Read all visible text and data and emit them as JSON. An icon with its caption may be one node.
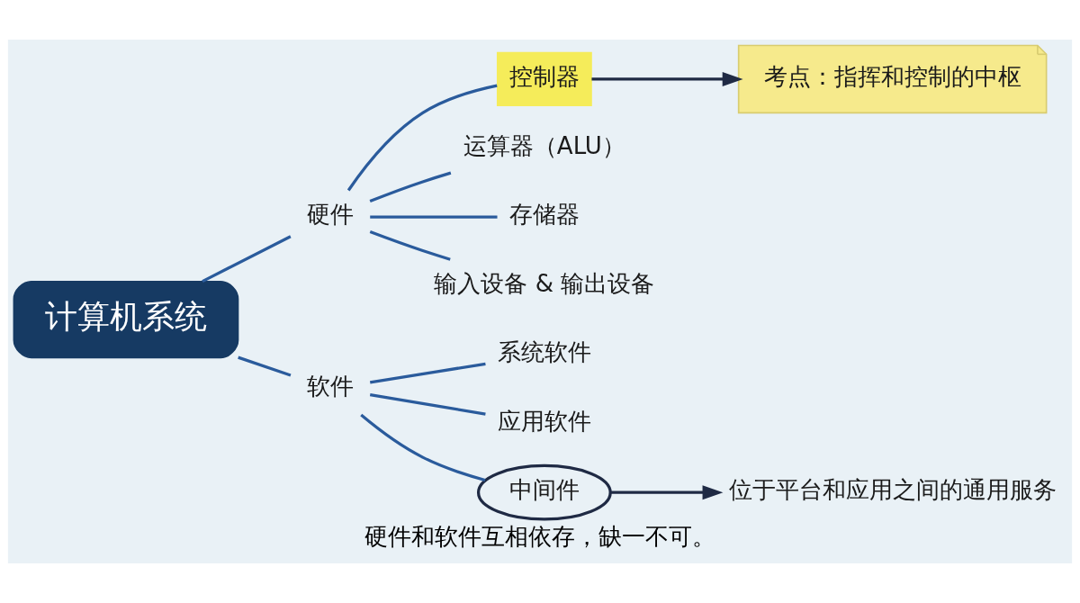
{
  "diagram": {
    "caption": "硬件和软件互相依存，缺一不可。",
    "nodes": [
      {
        "text": [
          "计算机系统"
        ]
      },
      {
        "text": [
          "硬件"
        ]
      },
      {
        "text": [
          "软件"
        ]
      },
      {
        "text": [
          "控制器"
        ]
      },
      {
        "text": [
          "运算器（ALU）"
        ]
      },
      {
        "text": [
          "存储器"
        ]
      },
      {
        "text": [
          "输入设备 & 输出设备"
        ]
      },
      {
        "text": [
          "系统软件"
        ]
      },
      {
        "text": [
          "应用软件"
        ]
      },
      {
        "text": [
          "中间件"
        ]
      },
      {
        "text": [
          "考点：指挥和控制的中枢"
        ]
      },
      {
        "text": [
          "位于平台和应用之间的通用服务"
        ]
      }
    ],
    "edges": [
      {
        "from": 0,
        "to": 1,
        "arrow": "none"
      },
      {
        "from": 0,
        "to": 2,
        "arrow": "none"
      },
      {
        "from": 1,
        "to": 3,
        "arrow": "none"
      },
      {
        "from": 1,
        "to": 4,
        "arrow": "none"
      },
      {
        "from": 1,
        "to": 5,
        "arrow": "none"
      },
      {
        "from": 1,
        "to": 6,
        "arrow": "none"
      },
      {
        "from": 2,
        "to": 7,
        "arrow": "none"
      },
      {
        "from": 2,
        "to": 8,
        "arrow": "none"
      },
      {
        "from": 2,
        "to": 9,
        "arrow": "none"
      },
      {
        "from": 3,
        "to": 10,
        "arrow": "to",
        "color": "#1f2a44"
      },
      {
        "from": 9,
        "to": 11,
        "arrow": "to",
        "color": "#1f2a44"
      }
    ]
  }
}
